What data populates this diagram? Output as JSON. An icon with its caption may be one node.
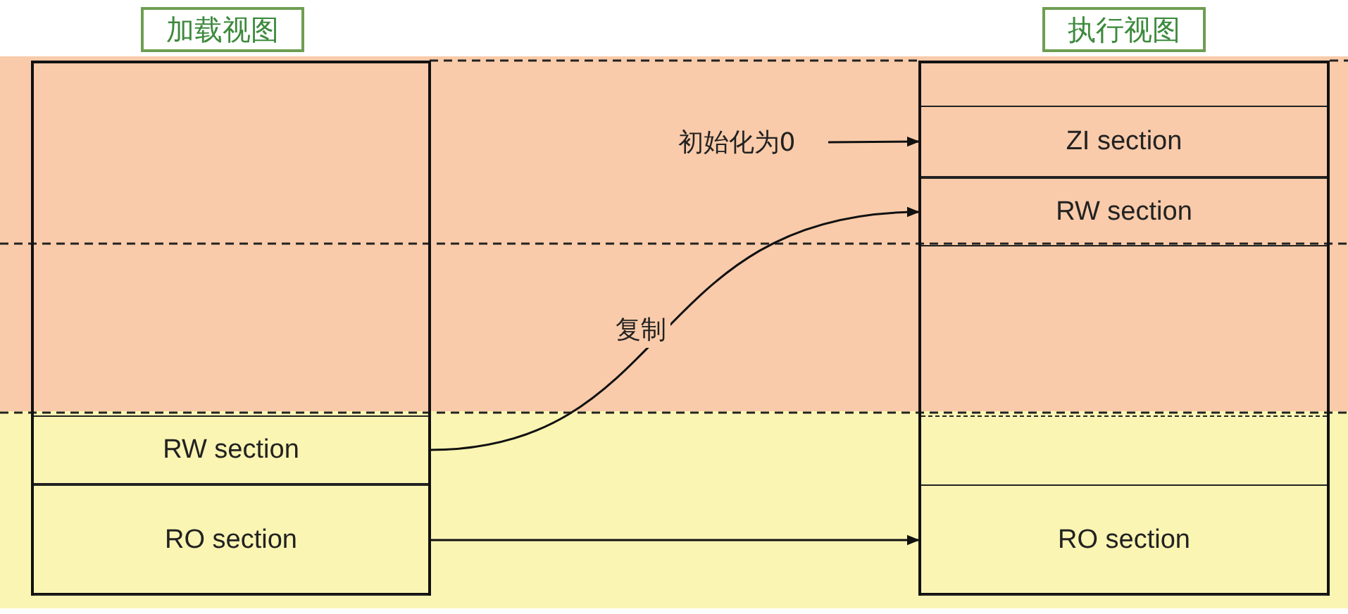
{
  "diagram": {
    "nodes": [
      {
        "text": [
          "加载视图"
        ]
      },
      {
        "text": [
          "RW section"
        ],
        "in": 0
      },
      {
        "text": [
          "RO section"
        ],
        "in": 0
      },
      {
        "text": [
          "执行视图"
        ]
      },
      {
        "text": [
          "ZI section"
        ],
        "in": 3
      },
      {
        "text": [
          "RW section"
        ],
        "in": 3
      },
      {
        "text": [
          "RO section"
        ],
        "in": 3
      },
      {
        "text": [
          "初始化为0"
        ]
      }
    ],
    "edges": [
      {
        "from": 7,
        "to": 4,
        "arrow": "to"
      },
      {
        "from": 1,
        "to": 5,
        "arrow": "to",
        "label": "复制"
      },
      {
        "from": 2,
        "to": 6,
        "arrow": "to"
      }
    ]
  }
}
